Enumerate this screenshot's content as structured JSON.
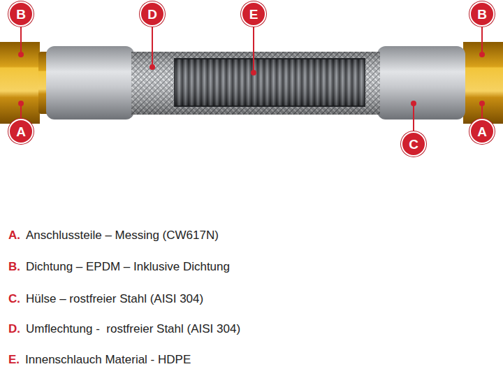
{
  "diagram": {
    "nodes": [
      {
        "text": [
          "B"
        ]
      },
      {
        "text": [
          "D"
        ]
      },
      {
        "text": [
          "E"
        ]
      },
      {
        "text": [
          "B"
        ]
      },
      {
        "text": [
          "A"
        ]
      },
      {
        "text": [
          "C"
        ]
      },
      {
        "text": [
          "A"
        ]
      }
    ],
    "labels": [
      "A.",
      "Anschlussteile – Messing (CW617N)",
      "B.",
      "Dichtung – EPDM – Inklusive Dichtung",
      "C.",
      "Hülse – rostfreier Stahl (AISI 304)",
      "D.",
      "Umflechtung -  rostfreier Stahl (AISI 304)",
      "E.",
      "Innenschlauch Material - HDPE"
    ]
  }
}
